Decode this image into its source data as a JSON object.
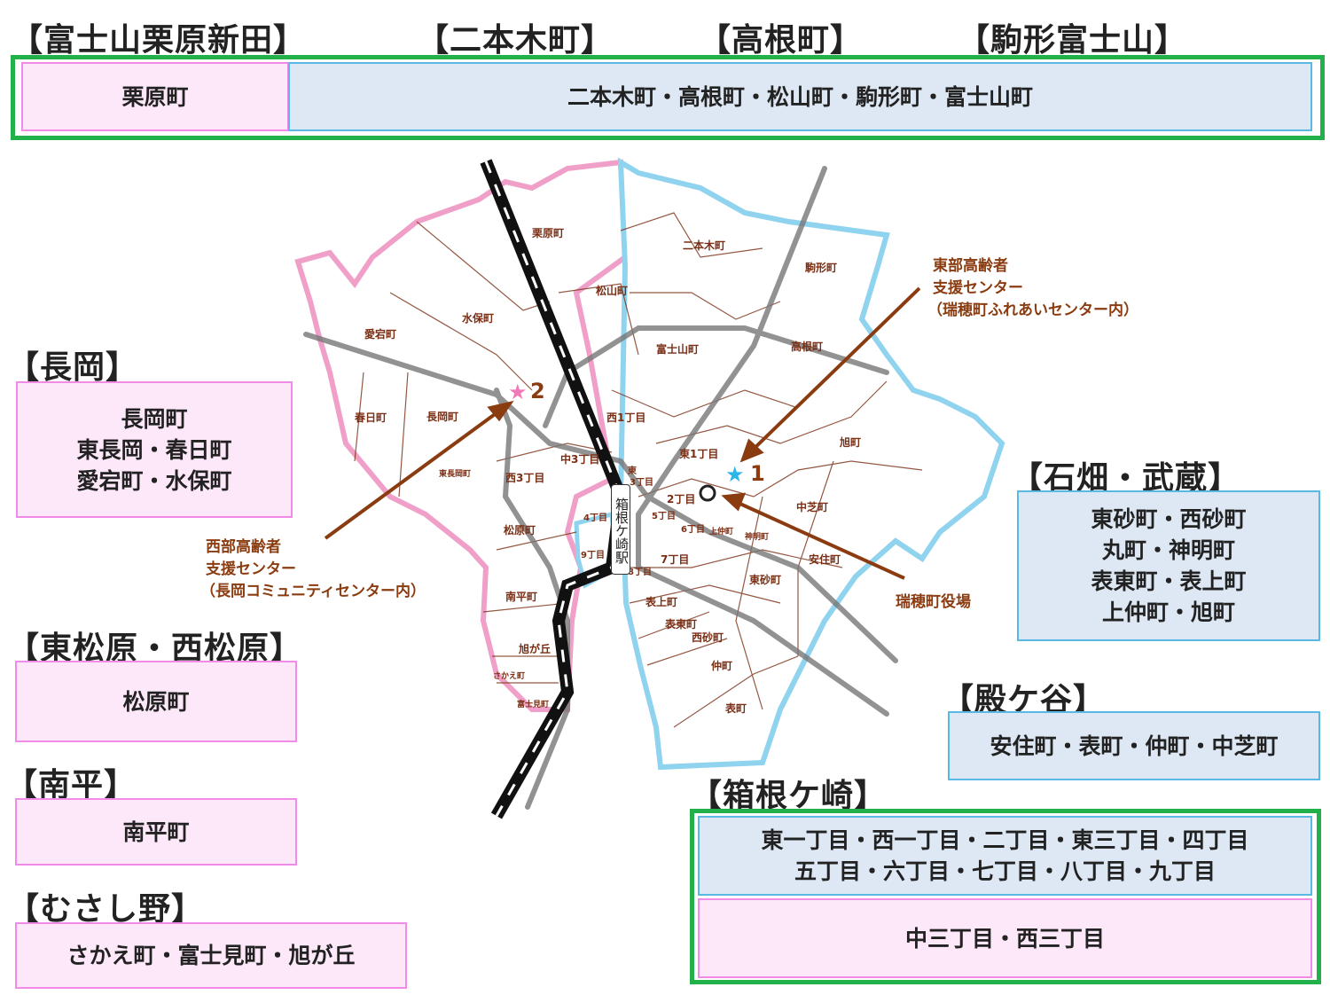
{
  "headings": {
    "fujisan": "【富士山栗原新田】",
    "nihongi": "【二本木町】",
    "takane": "【高根町】",
    "komagata": "【駒形富士山】",
    "nagaoka": "【長岡】",
    "matsubara": "【東松原・西松原】",
    "minamidaira": "【南平】",
    "musashino": "【むさし野】",
    "ishibatake": "【石畑・武蔵】",
    "tonogaya": "【殿ケ谷】",
    "hakonegasaki": "【箱根ケ崎】"
  },
  "boxes": {
    "kurihara": "栗原町",
    "east_north": "二本木町・高根町・松山町・駒形町・富士山町",
    "nagaoka": [
      "長岡町",
      "東長岡・春日町",
      "愛宕町・水保町"
    ],
    "matsubara": "松原町",
    "minamidaira": "南平町",
    "musashino": "さかえ町・富士見町・旭が丘",
    "ishibatake": [
      "東砂町・西砂町",
      "丸町・神明町",
      "表東町・表上町",
      "上仲町・旭町"
    ],
    "tonogaya": "安住町・表町・仲町・中芝町",
    "hakone_a": [
      "東一丁目・西一丁目・二丁目・東三丁目・四丁目",
      "五丁目・六丁目・七丁目・八丁目・九丁目"
    ],
    "hakone_b": "中三丁目・西三丁目"
  },
  "map": {
    "labels": [
      "栗原町",
      "二本木町",
      "駒形町",
      "松山町",
      "水保町",
      "愛宕町",
      "富士山町",
      "高根町",
      "旭町",
      "春日町",
      "長岡町",
      "西1丁目",
      "東1丁目",
      "中3丁目",
      "東",
      "3丁目",
      "西3丁目",
      "東長岡町",
      "2丁目",
      "5丁目",
      "6丁目",
      "4丁目",
      "9丁目",
      "7丁目",
      "8丁目",
      "松原町",
      "中芝町",
      "上仲町",
      "神明町",
      "安住町",
      "東砂町",
      "南平町",
      "表上町",
      "表東町",
      "西砂町",
      "仲町",
      "表町",
      "旭が丘",
      "さかえ町",
      "富士見町"
    ],
    "station": "箱根ケ崎駅",
    "marker1": "1",
    "marker2": "2",
    "east_center": [
      "東部高齢者",
      "支援センター",
      "（瑞穂町ふれあいセンター内）"
    ],
    "west_center": [
      "西部高齢者",
      "支援センター",
      "（長岡コミュニティセンター内）"
    ],
    "town_hall": "瑞穂町役場",
    "colors": {
      "west_area": "#f0a0c8",
      "east_area": "#8fd3ef",
      "boundary": "#7a2e14",
      "road": "#777777",
      "railway": "#111111",
      "star1": "#2bb6ea",
      "star2": "#f07ab8",
      "arrow": "#8a3c10"
    }
  }
}
